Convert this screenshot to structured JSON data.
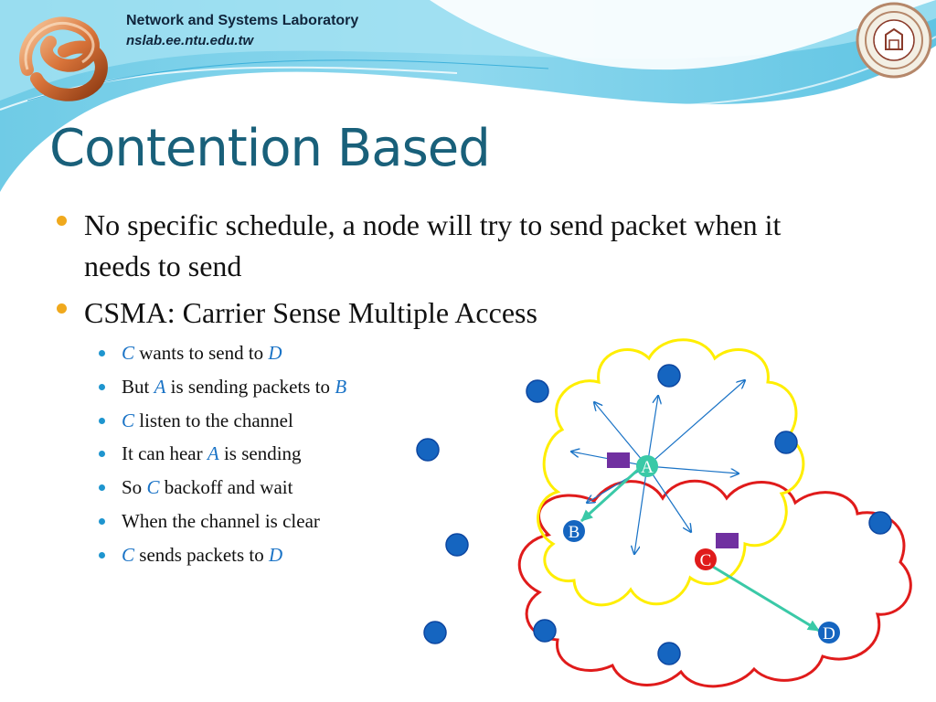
{
  "header": {
    "lab_name": "Network and Systems Laboratory",
    "lab_url": "nslab.ee.ntu.edu.tw"
  },
  "slide": {
    "title": "Contention Based",
    "bullets": [
      "No specific schedule, a node will try to send packet when it needs to send",
      "CSMA: Carrier Sense Multiple Access"
    ],
    "sub_bullets": [
      {
        "parts": [
          "C",
          " wants to send to ",
          "D"
        ]
      },
      {
        "parts": [
          "But ",
          "A",
          " is sending packets to ",
          "B"
        ]
      },
      {
        "parts": [
          "C",
          " listen to the channel"
        ]
      },
      {
        "parts": [
          "It can hear ",
          "A",
          " is sending"
        ]
      },
      {
        "parts": [
          "So ",
          "C",
          " backoff and wait"
        ]
      },
      {
        "parts": [
          "When the channel is clear"
        ]
      },
      {
        "parts": [
          "C",
          " sends packets to ",
          "D"
        ]
      }
    ]
  },
  "diagram": {
    "labels": {
      "a": "A",
      "b": "B",
      "c": "C",
      "d": "D"
    },
    "colors": {
      "node": "#1565c0",
      "range_a": "#ffee00",
      "range_c": "#e01b1b",
      "packet": "#7030a0",
      "transmission": "#3ac9a7",
      "broadcast": "#1a73c6"
    }
  },
  "colors": {
    "title": "#19607a",
    "bullet_l1": "#f0a91d",
    "bullet_l2": "#1e95cf",
    "node_ref": "#1a73c6"
  }
}
